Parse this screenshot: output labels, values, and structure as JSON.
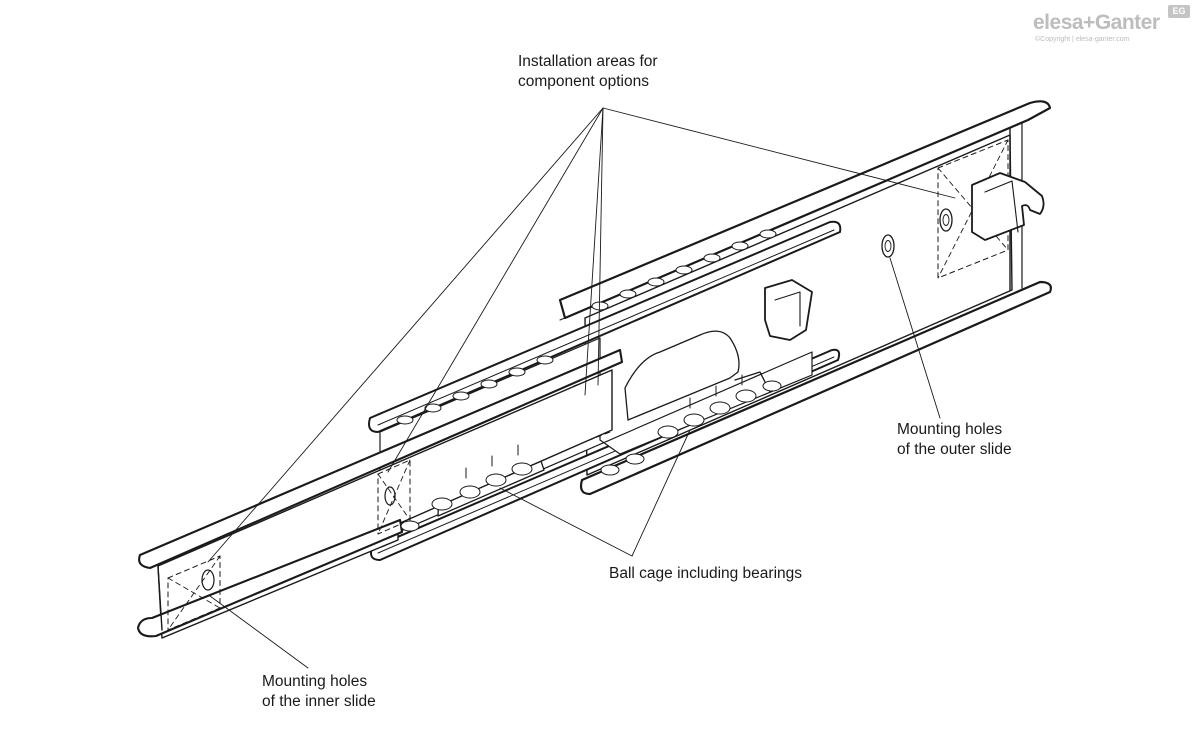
{
  "labels": {
    "installation": [
      "Installation areas for",
      "component options"
    ],
    "outer_holes": [
      "Mounting holes",
      "of the outer slide"
    ],
    "ball_cage": [
      "Ball cage including bearings"
    ],
    "inner_holes": [
      "Mounting holes",
      "of the inner slide"
    ]
  },
  "brand": {
    "wordmark": "elesa+Ganter",
    "badge": "EG",
    "copyright": "©Copyright | elesa-ganter.com"
  },
  "colors": {
    "line": "#1a1a1a",
    "fill": "#ffffff",
    "brand": "#bdbdbd"
  }
}
